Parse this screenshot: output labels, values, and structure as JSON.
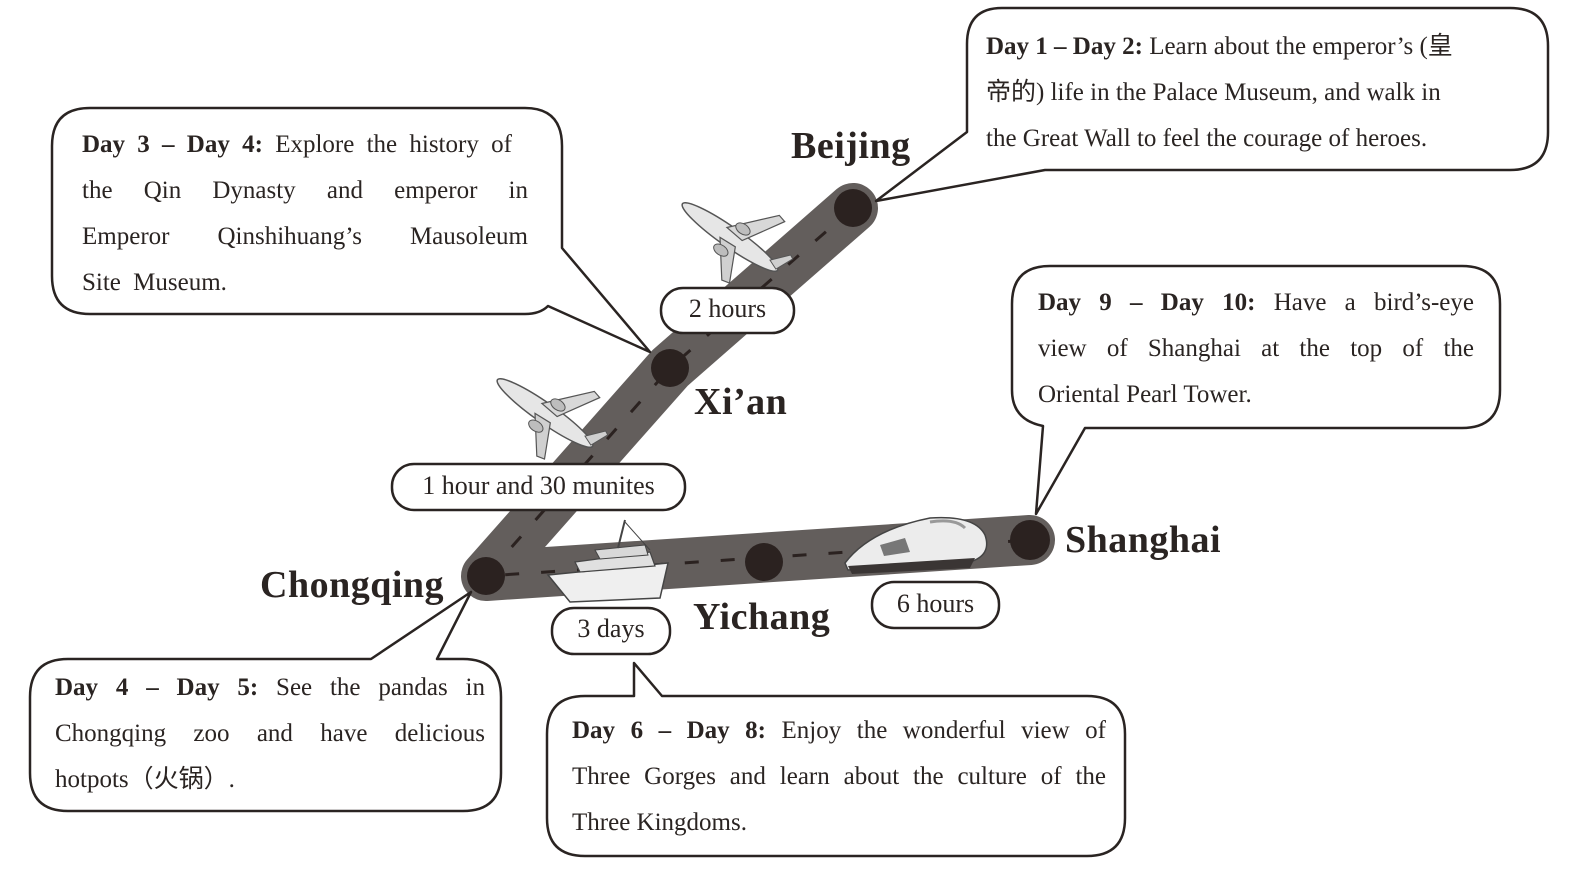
{
  "title": "10-day China travel route",
  "cities": {
    "beijing": "Beijing",
    "xian": "Xi’an",
    "chongqing": "Chongqing",
    "yichang": "Yichang",
    "shanghai": "Shanghai"
  },
  "legs": [
    {
      "from": "Xi’an",
      "to": "Beijing",
      "transport": "airplane",
      "duration": "2 hours"
    },
    {
      "from": "Chongqing",
      "to": "Xi’an",
      "transport": "airplane",
      "duration": "1 hour and 30 munites"
    },
    {
      "from": "Chongqing",
      "to": "Yichang",
      "transport": "ship",
      "duration": "3 days"
    },
    {
      "from": "Yichang",
      "to": "Shanghai",
      "transport": "high-speed train",
      "duration": "6 hours"
    }
  ],
  "bubbles": {
    "beijing": {
      "days": "Day 1 – Day 2:",
      "lines": [
        "Learn about the emperor’s (皇",
        "帝的) life in the Palace Museum, and walk in",
        "the Great Wall to feel the courage of heroes."
      ]
    },
    "xian": {
      "days": "Day 3 – Day 4:",
      "lines": [
        "Explore the history of",
        "the Qin Dynasty and emperor in",
        "Emperor Qinshihuang’s Mausoleum",
        "Site Museum."
      ]
    },
    "chongqing": {
      "days": "Day 4 – Day 5:",
      "lines": [
        "See the pandas in",
        "Chongqing zoo and have delicious",
        "hotpots（火锅）."
      ]
    },
    "yichang": {
      "days": "Day 6 – Day 8:",
      "lines": [
        "Enjoy the wonderful view of",
        "Three Gorges and learn about the culture of the",
        "Three Kingdoms."
      ]
    },
    "shanghai": {
      "days": "Day 9 – Day 10:",
      "lines": [
        "Have a bird’s-eye",
        "view of Shanghai at the top of the",
        "Oriental Pearl Tower."
      ]
    }
  },
  "colors": {
    "road": "#5b5553",
    "node": "#2b2220",
    "ink": "#2a2422",
    "paper": "#ffffff"
  }
}
